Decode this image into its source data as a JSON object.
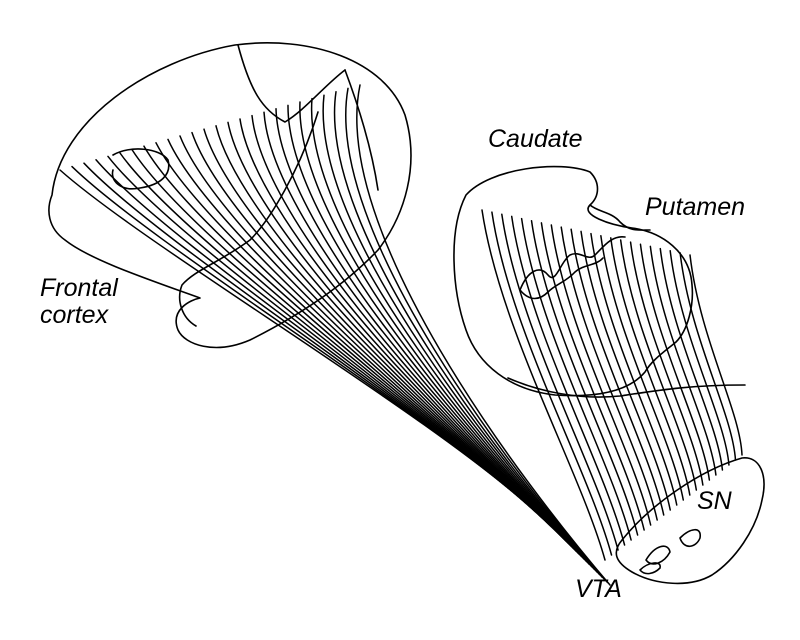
{
  "labels": {
    "frontal_cortex": "Frontal\ncortex",
    "caudate": "Caudate",
    "putamen": "Putamen",
    "substantia_nigra": "SN",
    "vta": "VTA"
  },
  "colors": {
    "ink": "#000000",
    "background": "#ffffff"
  }
}
